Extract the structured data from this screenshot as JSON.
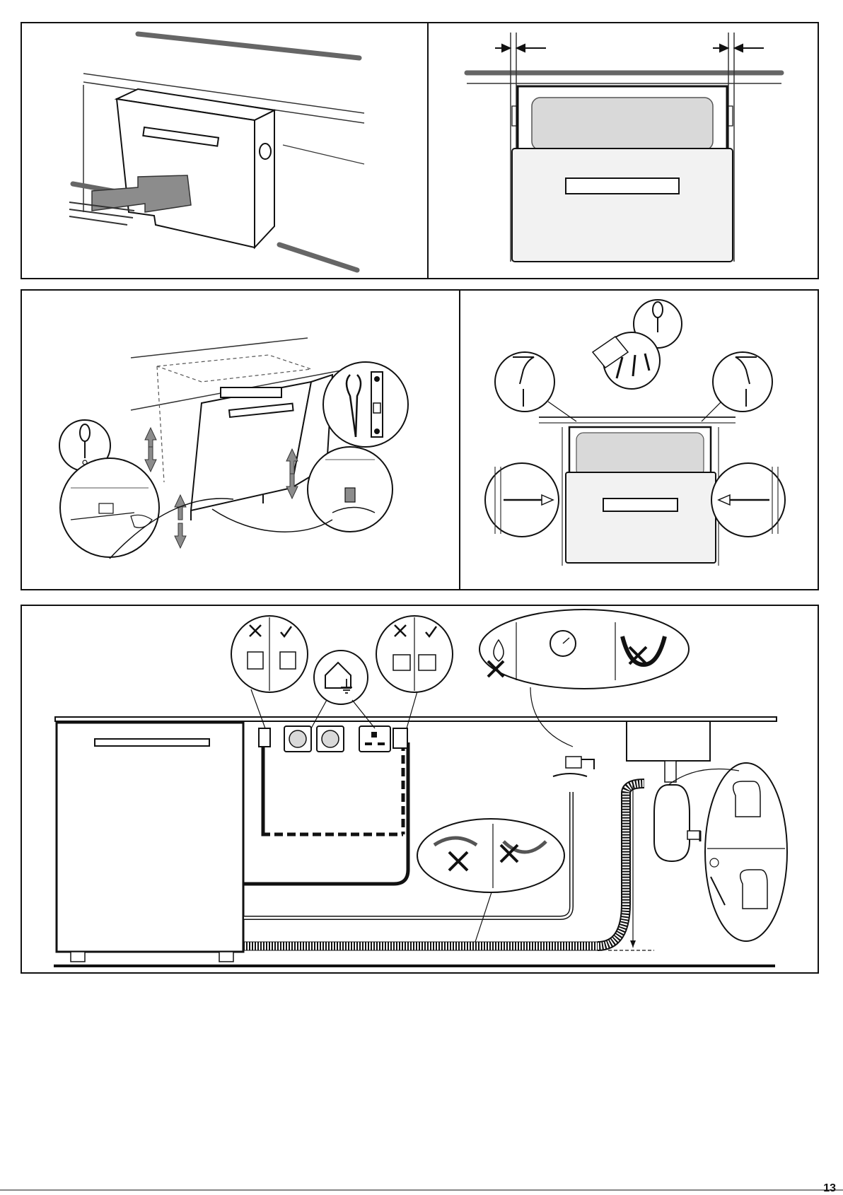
{
  "page": {
    "number": "13"
  },
  "panels": [
    {
      "id": "push-in",
      "icon": "push-arrow-icon"
    },
    {
      "id": "side-gap",
      "icon": "gap-arrows-icon"
    },
    {
      "id": "level-adjust",
      "icon": "adjust-arrows-icon"
    },
    {
      "id": "fix-screws",
      "icon": "screw-icon"
    },
    {
      "id": "connections",
      "icon": "plug-icon"
    }
  ],
  "colors": {
    "line": "#1a1a1a",
    "arrow_fill": "#8c8c8c",
    "panel_fill": "#d9d9d9",
    "light_fill": "#f2f2f2"
  }
}
